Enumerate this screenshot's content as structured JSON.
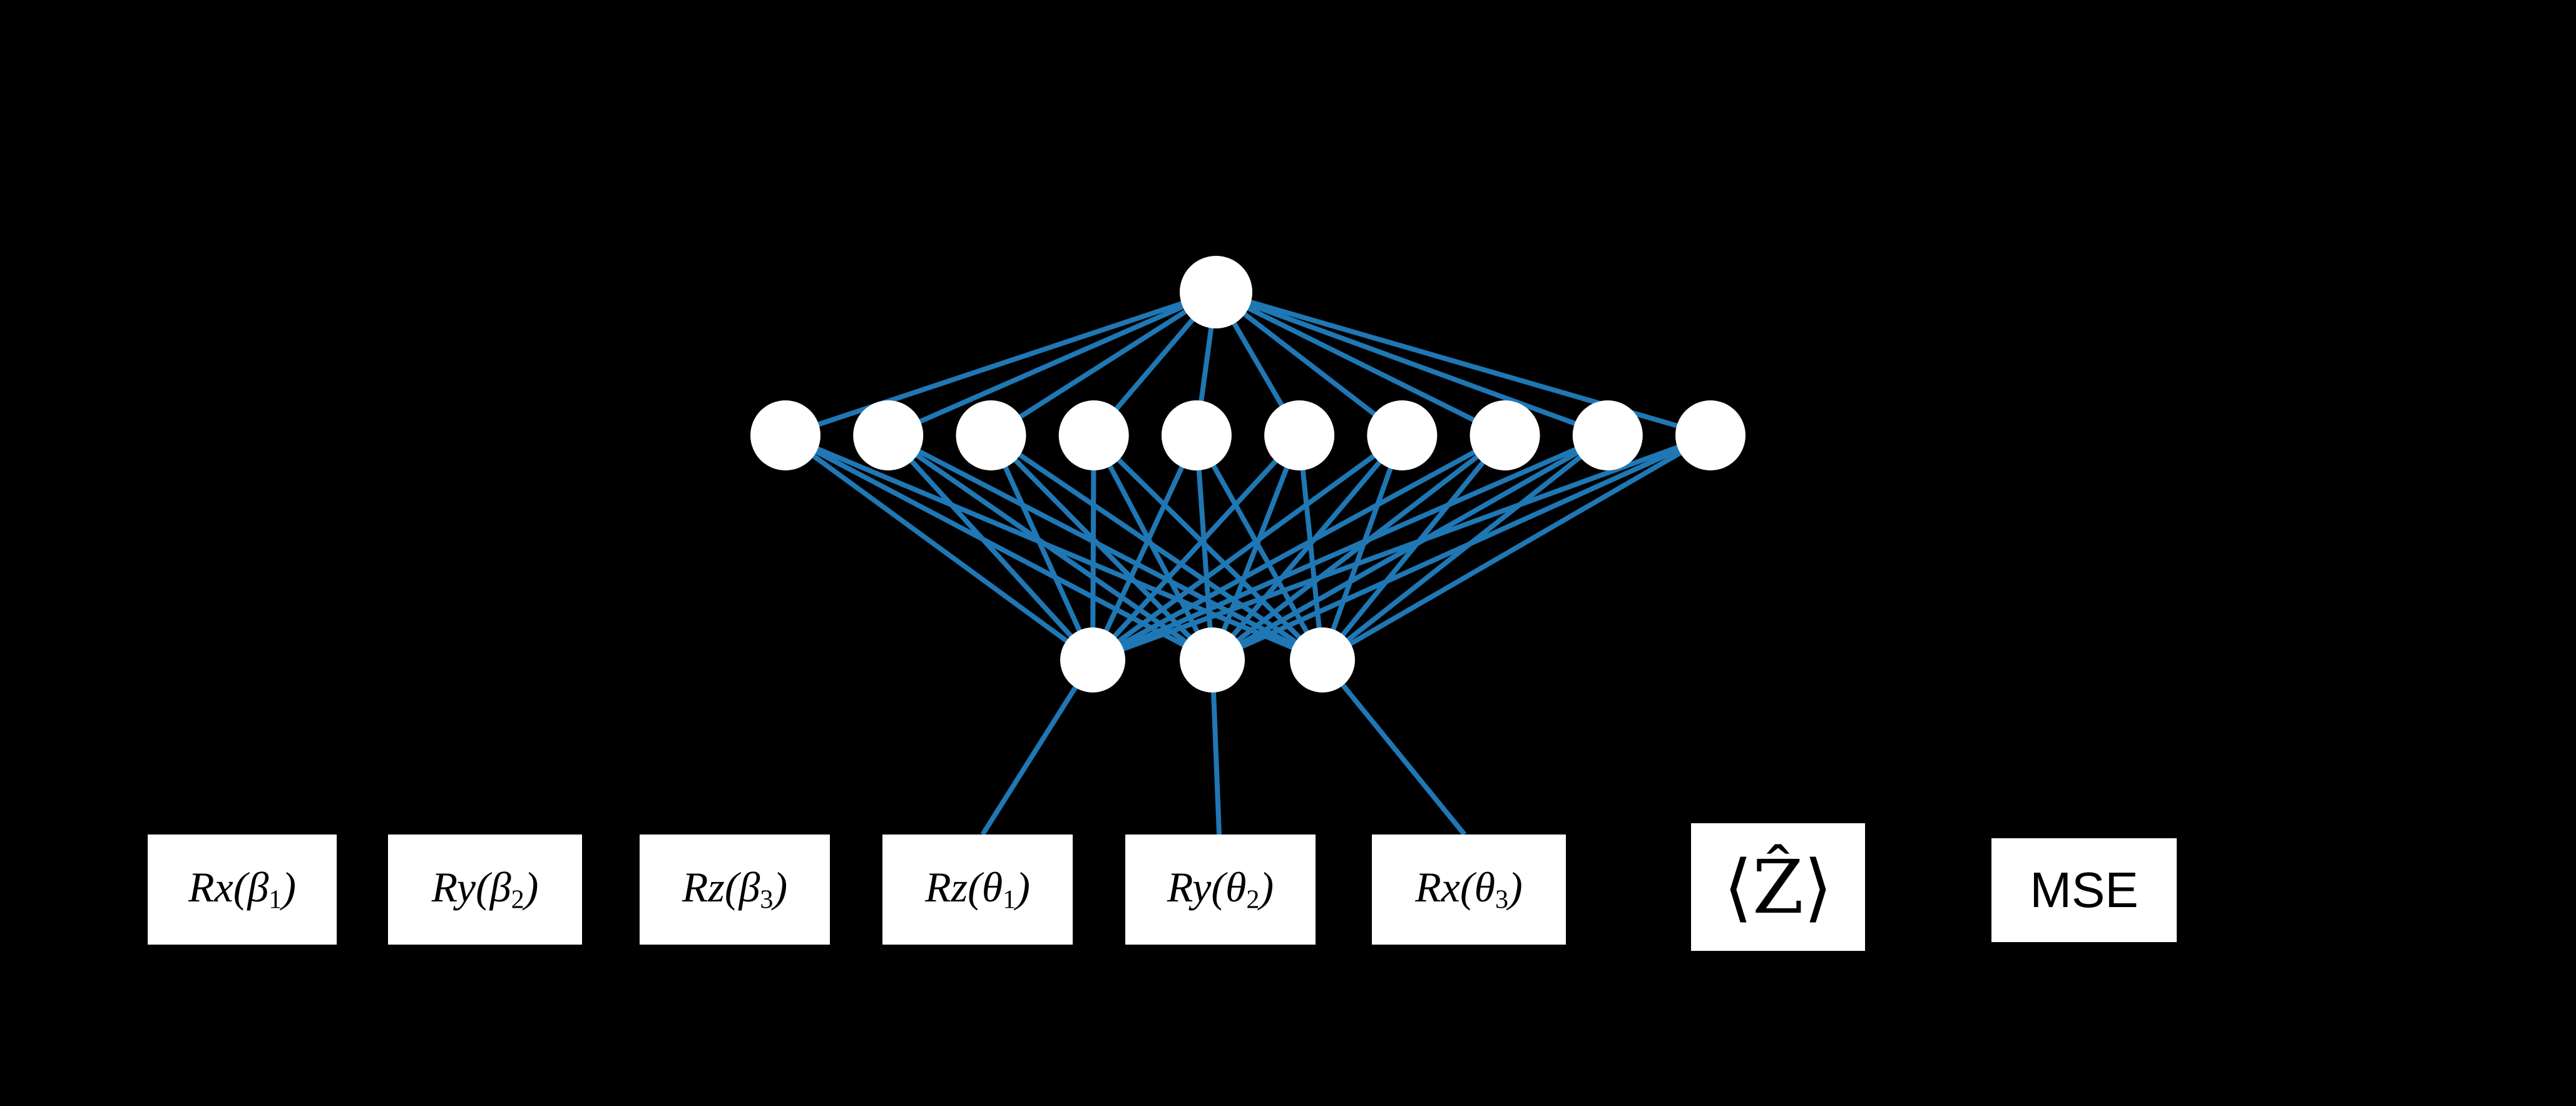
{
  "figure": {
    "background": "#000000",
    "edge_color": "#1f77b4",
    "node_fill": "#ffffff",
    "network": {
      "top_layer_nodes": 1,
      "hidden_layer_nodes": 10,
      "bottom_layer_nodes": 3,
      "connectivity": "fully-connected",
      "leads_to_boxes": 3
    }
  },
  "boxes": [
    {
      "pre": "Rx(β",
      "sub": "1",
      "post": ")"
    },
    {
      "pre": "Ry(β",
      "sub": "2",
      "post": ")"
    },
    {
      "pre": "Rz(β",
      "sub": "3",
      "post": ")"
    },
    {
      "pre": "Rz(θ",
      "sub": "1",
      "post": ")"
    },
    {
      "pre": "Ry(θ",
      "sub": "2",
      "post": ")"
    },
    {
      "pre": "Rx(θ",
      "sub": "3",
      "post": ")"
    },
    {
      "label": "⟨Ẑ⟩"
    },
    {
      "label": "MSE"
    }
  ]
}
